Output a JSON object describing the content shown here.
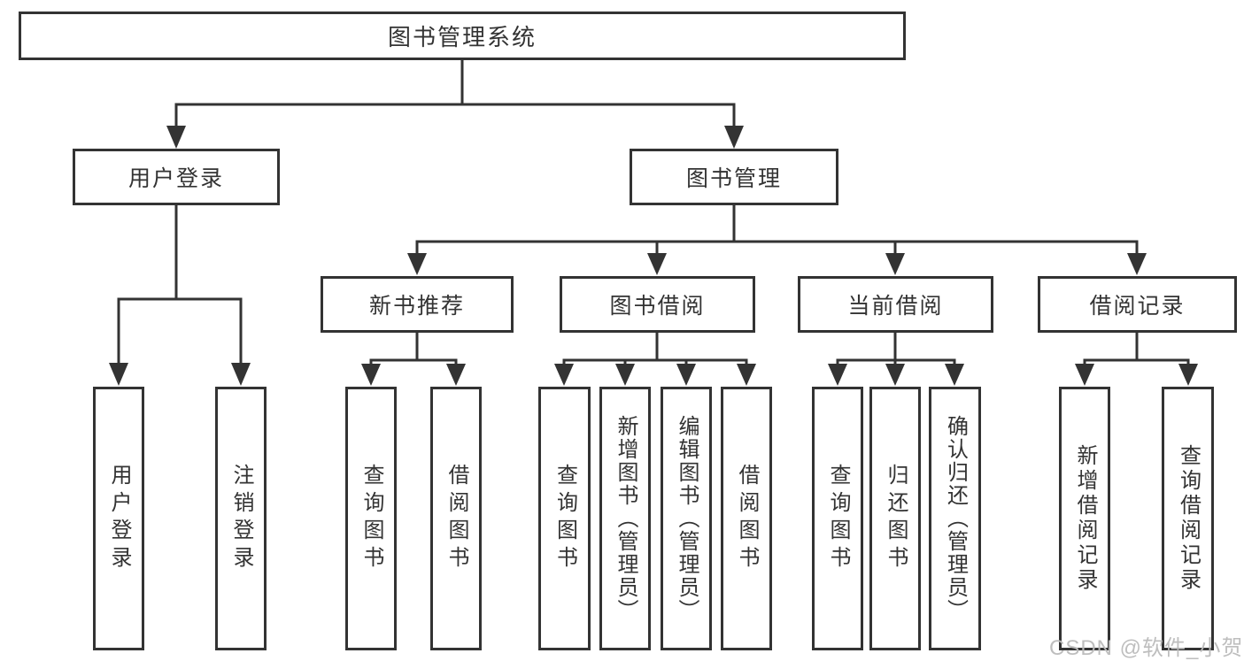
{
  "diagram": {
    "title": "图书管理系统",
    "root": {
      "label": "图书管理系统"
    },
    "branches": [
      {
        "label": "用户登录",
        "children": [
          {
            "label": "用户登录"
          },
          {
            "label": "注销登录"
          }
        ]
      },
      {
        "label": "图书管理",
        "children": [
          {
            "label": "新书推荐",
            "children": [
              {
                "label": "查询图书"
              },
              {
                "label": "借阅图书"
              }
            ]
          },
          {
            "label": "图书借阅",
            "children": [
              {
                "label": "查询图书"
              },
              {
                "label": "新增图书（管理员）"
              },
              {
                "label": "编辑图书（管理员）"
              },
              {
                "label": "借阅图书"
              }
            ]
          },
          {
            "label": "当前借阅",
            "children": [
              {
                "label": "查询图书"
              },
              {
                "label": "归还图书"
              },
              {
                "label": "确认归还（管理员）"
              }
            ]
          },
          {
            "label": "借阅记录",
            "children": [
              {
                "label": "新增借阅记录"
              },
              {
                "label": "查询借阅记录"
              }
            ]
          }
        ]
      }
    ]
  },
  "watermark": {
    "text": "CSDN @软件_小贺同学"
  },
  "colors": {
    "line": "#333333",
    "text": "#333333",
    "box_background": "#ffffff",
    "background": "#ffffff",
    "watermark": "#bababa"
  }
}
